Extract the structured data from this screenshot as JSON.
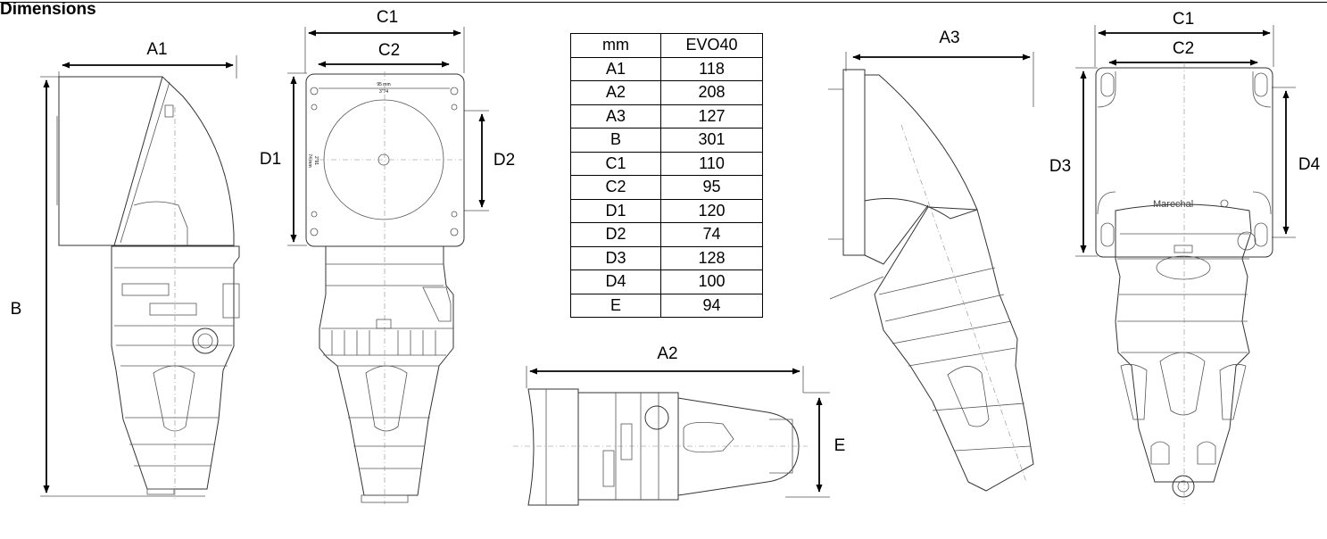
{
  "title": "Dimensions",
  "table": {
    "headers": [
      "mm",
      "EVO40"
    ],
    "rows": [
      {
        "dim": "A1",
        "value": "118"
      },
      {
        "dim": "A2",
        "value": "208"
      },
      {
        "dim": "A3",
        "value": "127"
      },
      {
        "dim": "B",
        "value": "301"
      },
      {
        "dim": "C1",
        "value": "110"
      },
      {
        "dim": "C2",
        "value": "95"
      },
      {
        "dim": "D1",
        "value": "120"
      },
      {
        "dim": "D2",
        "value": "74"
      },
      {
        "dim": "D3",
        "value": "128"
      },
      {
        "dim": "D4",
        "value": "100"
      },
      {
        "dim": "E",
        "value": "94"
      }
    ]
  },
  "labels": {
    "A1": "A1",
    "A2": "A2",
    "A3": "A3",
    "B": "B",
    "C1_front": "C1",
    "C2_front": "C2",
    "D1": "D1",
    "D2": "D2",
    "C1_rear": "C1",
    "C2_rear": "C2",
    "D3": "D3",
    "D4": "D4",
    "E": "E"
  },
  "plate_text": {
    "width_mm": "95 mm",
    "width_in": "3\"74",
    "height_mm": "74 mm",
    "height_in": "2\"91"
  },
  "brand": "Marechal"
}
